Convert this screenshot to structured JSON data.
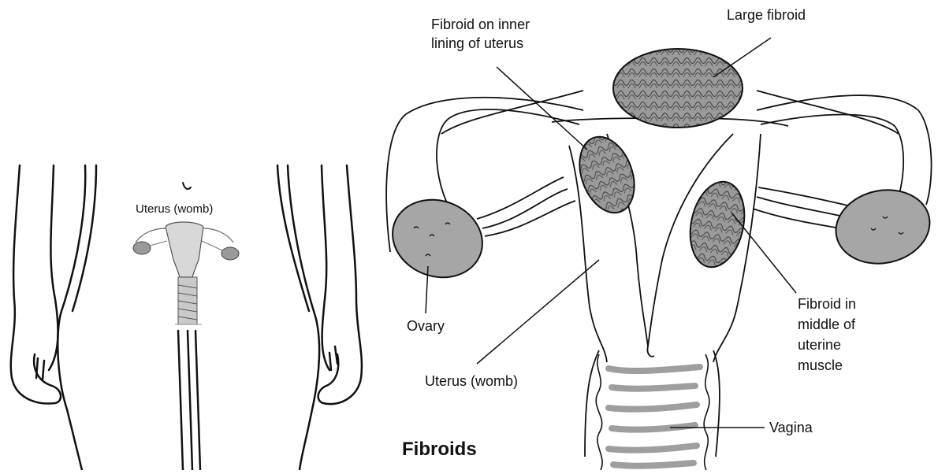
{
  "inset": {
    "uterus_label": "Uterus (womb)"
  },
  "labels": {
    "fibroid_inner_line1": "Fibroid on inner",
    "fibroid_inner_line2": "lining of uterus",
    "large_fibroid": "Large fibroid",
    "ovary": "Ovary",
    "uterus": "Uterus (womb)",
    "fibroid_middle_line1": "Fibroid in",
    "fibroid_middle_line2": "middle of",
    "fibroid_middle_line3": "uterine",
    "fibroid_middle_line4": "muscle",
    "vagina": "Vagina"
  },
  "title": "Fibroids",
  "colors": {
    "ink": "#111111",
    "ovary_fill": "#a6a6a6",
    "fibroid_fill": "#9a9a9a",
    "vaginal_folds": "#9e9e9e",
    "inset_tissue": "#d8d8d8"
  }
}
